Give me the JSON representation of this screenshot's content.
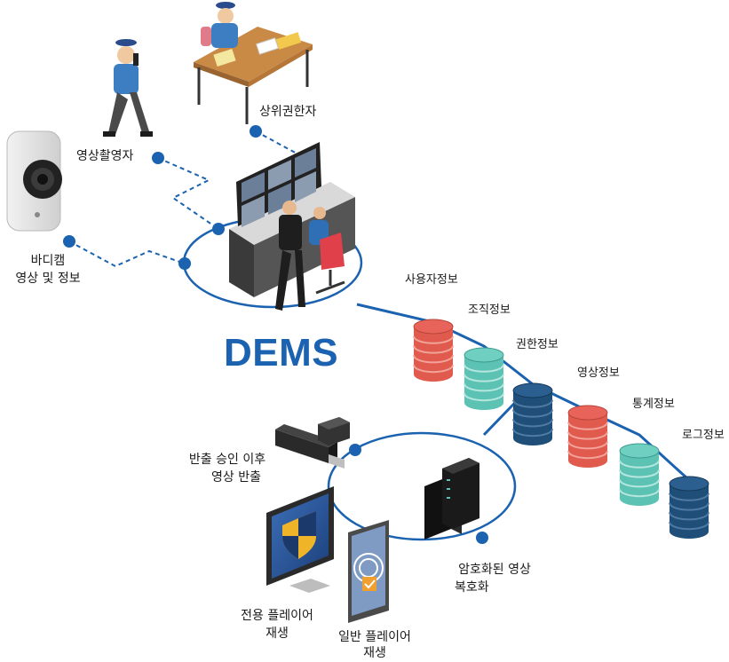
{
  "title": "DEMS",
  "sources": {
    "camera_operator": "영상촬영자",
    "supervisor": "상위권한자",
    "bodycam": [
      "바디캠",
      "영상 및 정보"
    ]
  },
  "databases": [
    {
      "label": "사용자정보",
      "color": "red"
    },
    {
      "label": "조직정보",
      "color": "teal"
    },
    {
      "label": "권한정보",
      "color": "navy"
    },
    {
      "label": "영상정보",
      "color": "red"
    },
    {
      "label": "통계정보",
      "color": "teal"
    },
    {
      "label": "로그정보",
      "color": "navy"
    }
  ],
  "export": {
    "approved_export": [
      "반출 승인 이후",
      "영상 반출"
    ],
    "decrypt": [
      "암호화된 영상",
      "복호화"
    ],
    "dedicated_player": [
      "전용 플레이어",
      "재생"
    ],
    "general_player": [
      "일반 플레이어",
      "재생"
    ]
  },
  "colors": {
    "accent_blue": "#1b62b0",
    "db_red": "#e05a4e",
    "db_teal": "#5cc2b4",
    "db_navy": "#1f4e79"
  }
}
